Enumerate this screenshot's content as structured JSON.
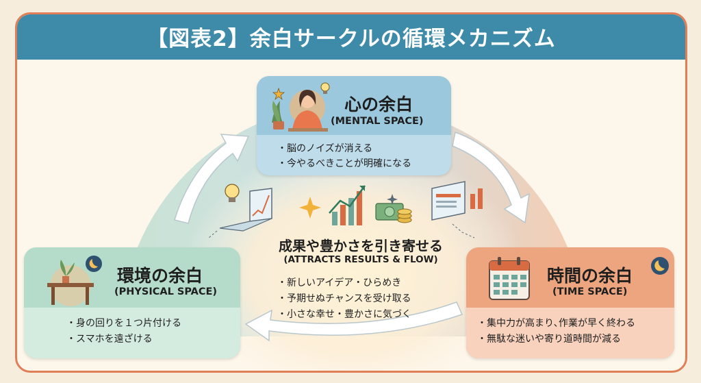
{
  "title": "【図表2】余白サークルの循環メカニズム",
  "colors": {
    "title_bar": "#3d8ba8",
    "frame_border": "#e07e57",
    "mental_box": "#9cc8dd",
    "physical_box": "#b5dccb",
    "time_box": "#eda57f"
  },
  "mental": {
    "title": "心の余白",
    "subtitle": "(MENTAL SPACE)",
    "bullets": [
      "・脳のノイズが消える",
      "・今やるべきことが明確になる"
    ],
    "icon": "woman-meditating-icon"
  },
  "physical": {
    "title": "環境の余白",
    "subtitle": "(PHYSICAL SPACE)",
    "bullets": [
      "・身の回りを１つ片付ける",
      "・スマホを遠ざける"
    ],
    "icon": "table-plant-icon"
  },
  "time": {
    "title": "時間の余白",
    "subtitle": "(TIME SPACE)",
    "bullets": [
      "・集中力が高まり､作業が早く終わる",
      "・無駄な迷いや寄り道時間が減る"
    ],
    "icon": "calendar-icon"
  },
  "center": {
    "title": "成果や豊かさを引き寄せる",
    "subtitle": "(ATTRACTS RESULTS & FLOW)",
    "bullets": [
      "・新しいアイデア・ひらめき",
      "・予期せぬチャンスを受け取る",
      "・小さな幸せ・豊かさに気づく"
    ],
    "icons": [
      "sparkle-icon",
      "growth-chart-icon",
      "money-icon",
      "lightbulb-icon",
      "laptop-chart-icon",
      "monitor-chart-icon"
    ]
  }
}
